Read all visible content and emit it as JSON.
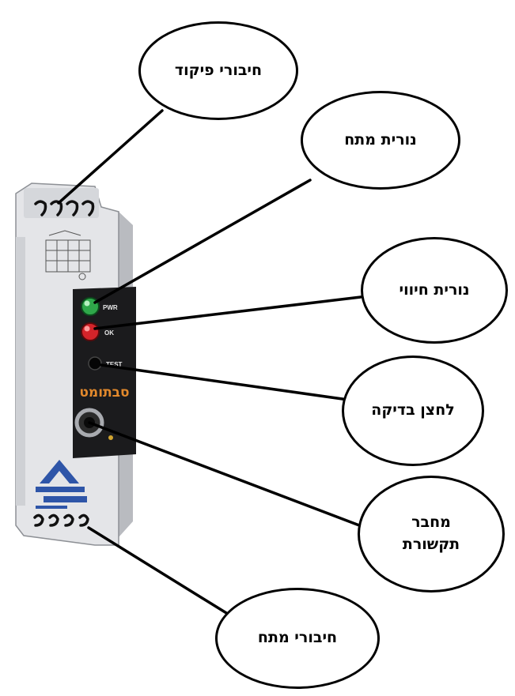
{
  "callouts": {
    "control_terminals": "חיבורי פיקוד",
    "power_led": "נורית מתח",
    "indicator_led": "נורית חיווי",
    "test_button": "לחצן בדיקה",
    "comm_connector": [
      "מחבר",
      "תקשורת"
    ],
    "power_terminals": "חיבורי מתח"
  },
  "device": {
    "led_pwr": "PWR",
    "led_ok": "OK",
    "test_label": "TEST",
    "brand_script": "סבתומט"
  },
  "colors": {
    "device_body": "#e4e5e8",
    "front_panel": "#1b1b1d",
    "led_green": "#2fa84a",
    "led_red": "#d4242a",
    "brand_orange": "#e2892c",
    "logo_blue": "#2e55a8"
  }
}
